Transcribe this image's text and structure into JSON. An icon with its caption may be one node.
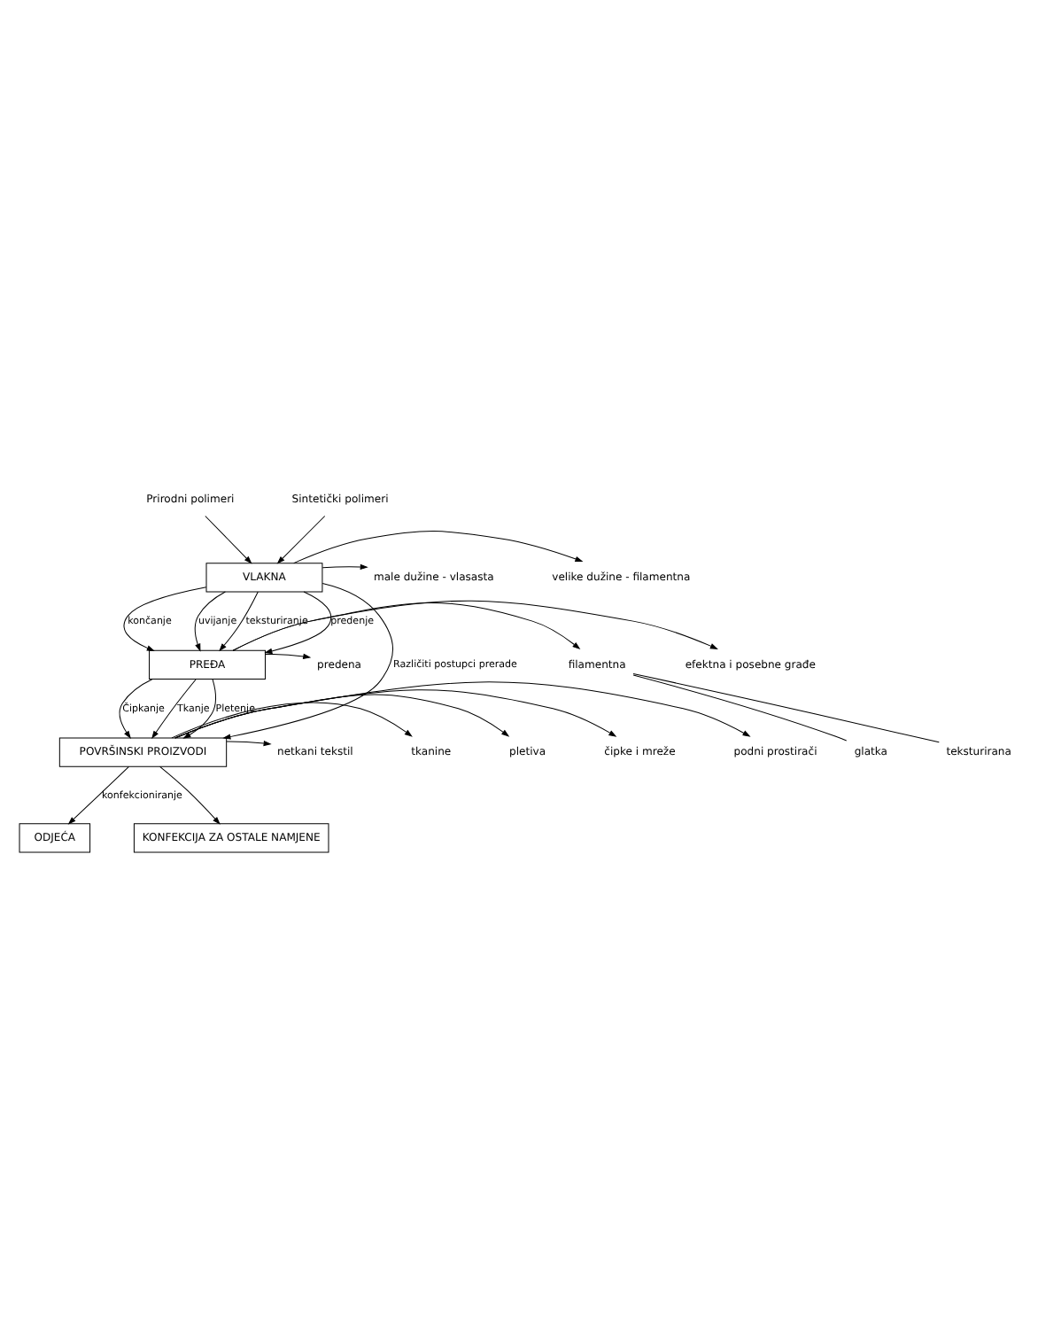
{
  "diagram": {
    "nodes": [
      {
        "text": [
          "Prirodni polimeri"
        ]
      },
      {
        "text": [
          "Sintetički polimeri"
        ]
      },
      {
        "text": [
          "VLAKNA"
        ]
      },
      {
        "text": [
          "male dužine - vlasasta"
        ]
      },
      {
        "text": [
          "velike dužine - filamentna"
        ]
      },
      {
        "text": [
          "PREĐA"
        ]
      },
      {
        "text": [
          "predena"
        ]
      },
      {
        "text": [
          "filamentna"
        ]
      },
      {
        "text": [
          "glatka"
        ]
      },
      {
        "text": [
          "teksturirana"
        ]
      },
      {
        "text": [
          "efektna i posebne građe"
        ]
      },
      {
        "text": [
          "POVRŠINSKI PROIZVODI"
        ]
      },
      {
        "text": [
          "netkani tekstil"
        ]
      },
      {
        "text": [
          "tkanine"
        ]
      },
      {
        "text": [
          "pletiva"
        ]
      },
      {
        "text": [
          "čipke i mreže"
        ]
      },
      {
        "text": [
          "podni prostirači"
        ]
      },
      {
        "text": [
          "ODJEĆA"
        ]
      },
      {
        "text": [
          "KONFEKCIJA ZA OSTALE NAMJENE"
        ]
      }
    ],
    "edges": [
      {
        "from": 0,
        "to": 2,
        "arrow": "to"
      },
      {
        "from": 1,
        "to": 2,
        "arrow": "to"
      },
      {
        "from": 2,
        "to": 3,
        "arrow": "to"
      },
      {
        "from": 2,
        "to": 4,
        "arrow": "to"
      },
      {
        "from": 2,
        "to": 11,
        "arrow": "to",
        "label": "Različiti postupci prerade"
      },
      {
        "from": 2,
        "to": 5,
        "arrow": "to",
        "label": "predenje"
      },
      {
        "from": 2,
        "to": 5,
        "arrow": "to",
        "label": "končanje"
      },
      {
        "from": 2,
        "to": 5,
        "arrow": "to",
        "label": "uvijanje"
      },
      {
        "from": 2,
        "to": 5,
        "arrow": "to",
        "label": "teksturiranje"
      },
      {
        "from": 5,
        "to": 6,
        "arrow": "to"
      },
      {
        "from": 5,
        "to": 7,
        "arrow": "to"
      },
      {
        "from": 7,
        "to": 8,
        "arrow": "none"
      },
      {
        "from": 7,
        "to": 9,
        "arrow": "none"
      },
      {
        "from": 5,
        "to": 10,
        "arrow": "to"
      },
      {
        "from": 5,
        "to": 11,
        "arrow": "to",
        "label": "Tkanje"
      },
      {
        "from": 5,
        "to": 11,
        "arrow": "to",
        "label": "Pletenje"
      },
      {
        "from": 5,
        "to": 11,
        "arrow": "to",
        "label": "Čipkanje"
      },
      {
        "from": 11,
        "to": 12,
        "arrow": "to"
      },
      {
        "from": 11,
        "to": 13,
        "arrow": "to"
      },
      {
        "from": 11,
        "to": 14,
        "arrow": "to"
      },
      {
        "from": 11,
        "to": 15,
        "arrow": "to"
      },
      {
        "from": 11,
        "to": 16,
        "arrow": "to"
      },
      {
        "from": 11,
        "to": 17,
        "arrow": "to",
        "label": "konfekcioniranje"
      },
      {
        "from": 11,
        "to": 18,
        "arrow": "to"
      }
    ]
  }
}
